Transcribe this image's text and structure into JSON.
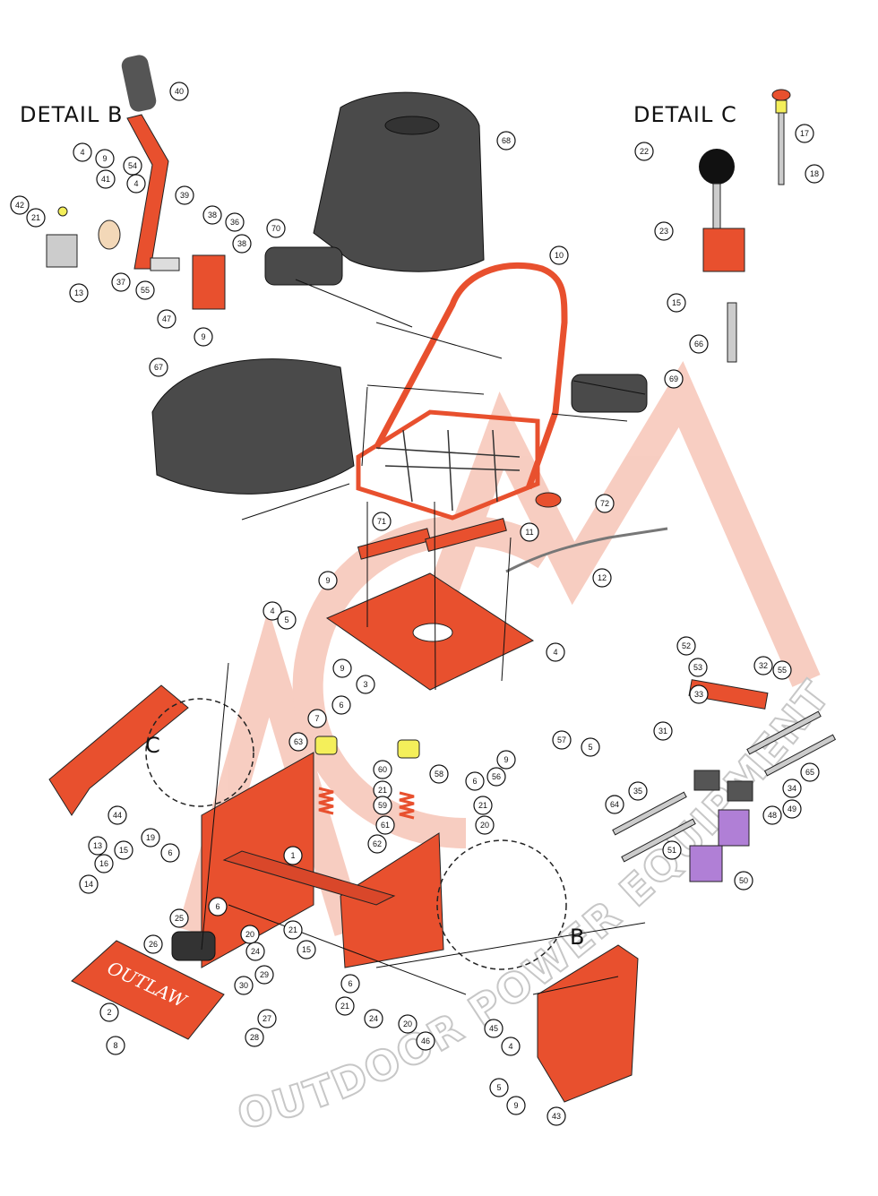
{
  "labels": {
    "detail_b": "DETAIL  B",
    "detail_c": "DETAIL  C",
    "marker_b": "B",
    "marker_c": "C",
    "brand_plate": "OUTLAW"
  },
  "watermark": {
    "logo_text": "ACM",
    "arc_text": "OUTDOOR POWER EQUIPMENT"
  },
  "colors": {
    "part_orange": "#e8502e",
    "seat_dark": "#4a4a4a",
    "watermark": "#e8502e",
    "filter_purple": "#b07fd6",
    "cap_yellow": "#f4ef5a"
  },
  "callouts": [
    {
      "id": "c40",
      "text": "40"
    },
    {
      "id": "c4a",
      "text": "4"
    },
    {
      "id": "c9a",
      "text": "9"
    },
    {
      "id": "c54",
      "text": "54"
    },
    {
      "id": "c41",
      "text": "41"
    },
    {
      "id": "c4b",
      "text": "4"
    },
    {
      "id": "c39",
      "text": "39"
    },
    {
      "id": "c42",
      "text": "42"
    },
    {
      "id": "c21a",
      "text": "21"
    },
    {
      "id": "c38a",
      "text": "38"
    },
    {
      "id": "c36",
      "text": "36"
    },
    {
      "id": "c38b",
      "text": "38"
    },
    {
      "id": "c13a",
      "text": "13"
    },
    {
      "id": "c37",
      "text": "37"
    },
    {
      "id": "c55a",
      "text": "55"
    },
    {
      "id": "c47",
      "text": "47"
    },
    {
      "id": "c9b",
      "text": "9"
    },
    {
      "id": "c68",
      "text": "68"
    },
    {
      "id": "c70",
      "text": "70"
    },
    {
      "id": "c10",
      "text": "10"
    },
    {
      "id": "c67",
      "text": "67"
    },
    {
      "id": "c69",
      "text": "69"
    },
    {
      "id": "c72",
      "text": "72"
    },
    {
      "id": "c71",
      "text": "71"
    },
    {
      "id": "c11",
      "text": "11"
    },
    {
      "id": "c12",
      "text": "12"
    },
    {
      "id": "c9c",
      "text": "9"
    },
    {
      "id": "c4c",
      "text": "4"
    },
    {
      "id": "c5a",
      "text": "5"
    },
    {
      "id": "c9d",
      "text": "9"
    },
    {
      "id": "c3",
      "text": "3"
    },
    {
      "id": "c4d",
      "text": "4"
    },
    {
      "id": "c22",
      "text": "22"
    },
    {
      "id": "c17",
      "text": "17"
    },
    {
      "id": "c18",
      "text": "18"
    },
    {
      "id": "c23",
      "text": "23"
    },
    {
      "id": "c15a",
      "text": "15"
    },
    {
      "id": "c66",
      "text": "66"
    },
    {
      "id": "c52",
      "text": "52"
    },
    {
      "id": "c53",
      "text": "53"
    },
    {
      "id": "c32",
      "text": "32"
    },
    {
      "id": "c55b",
      "text": "55"
    },
    {
      "id": "c33",
      "text": "33"
    },
    {
      "id": "c31",
      "text": "31"
    },
    {
      "id": "c7",
      "text": "7"
    },
    {
      "id": "c6a",
      "text": "6"
    },
    {
      "id": "c63",
      "text": "63"
    },
    {
      "id": "c57",
      "text": "57"
    },
    {
      "id": "c5b",
      "text": "5"
    },
    {
      "id": "c60",
      "text": "60"
    },
    {
      "id": "c58",
      "text": "58"
    },
    {
      "id": "c9e",
      "text": "9"
    },
    {
      "id": "c56",
      "text": "56"
    },
    {
      "id": "c6b",
      "text": "6"
    },
    {
      "id": "c21b",
      "text": "21"
    },
    {
      "id": "c59",
      "text": "59"
    },
    {
      "id": "c21c",
      "text": "21"
    },
    {
      "id": "c20a",
      "text": "20"
    },
    {
      "id": "c61",
      "text": "61"
    },
    {
      "id": "c62",
      "text": "62"
    },
    {
      "id": "c65",
      "text": "65"
    },
    {
      "id": "c34",
      "text": "34"
    },
    {
      "id": "c35",
      "text": "35"
    },
    {
      "id": "c48",
      "text": "48"
    },
    {
      "id": "c49",
      "text": "49"
    },
    {
      "id": "c64",
      "text": "64"
    },
    {
      "id": "c51",
      "text": "51"
    },
    {
      "id": "c50",
      "text": "50"
    },
    {
      "id": "c44",
      "text": "44"
    },
    {
      "id": "c19",
      "text": "19"
    },
    {
      "id": "c6c",
      "text": "6"
    },
    {
      "id": "c1",
      "text": "1"
    },
    {
      "id": "c13b",
      "text": "13"
    },
    {
      "id": "c15b",
      "text": "15"
    },
    {
      "id": "c16",
      "text": "16"
    },
    {
      "id": "c14",
      "text": "14"
    },
    {
      "id": "c6d",
      "text": "6"
    },
    {
      "id": "c25",
      "text": "25"
    },
    {
      "id": "c20b",
      "text": "20"
    },
    {
      "id": "c21d",
      "text": "21"
    },
    {
      "id": "c26",
      "text": "26"
    },
    {
      "id": "c24a",
      "text": "24"
    },
    {
      "id": "c15c",
      "text": "15"
    },
    {
      "id": "c29",
      "text": "29"
    },
    {
      "id": "c30",
      "text": "30"
    },
    {
      "id": "c6e",
      "text": "6"
    },
    {
      "id": "c2",
      "text": "2"
    },
    {
      "id": "c21e",
      "text": "21"
    },
    {
      "id": "c27",
      "text": "27"
    },
    {
      "id": "c24b",
      "text": "24"
    },
    {
      "id": "c20c",
      "text": "20"
    },
    {
      "id": "c8",
      "text": "8"
    },
    {
      "id": "c28",
      "text": "28"
    },
    {
      "id": "c46",
      "text": "46"
    },
    {
      "id": "c45",
      "text": "45"
    },
    {
      "id": "c4e",
      "text": "4"
    },
    {
      "id": "c5c",
      "text": "5"
    },
    {
      "id": "c9f",
      "text": "9"
    },
    {
      "id": "c43",
      "text": "43"
    }
  ]
}
